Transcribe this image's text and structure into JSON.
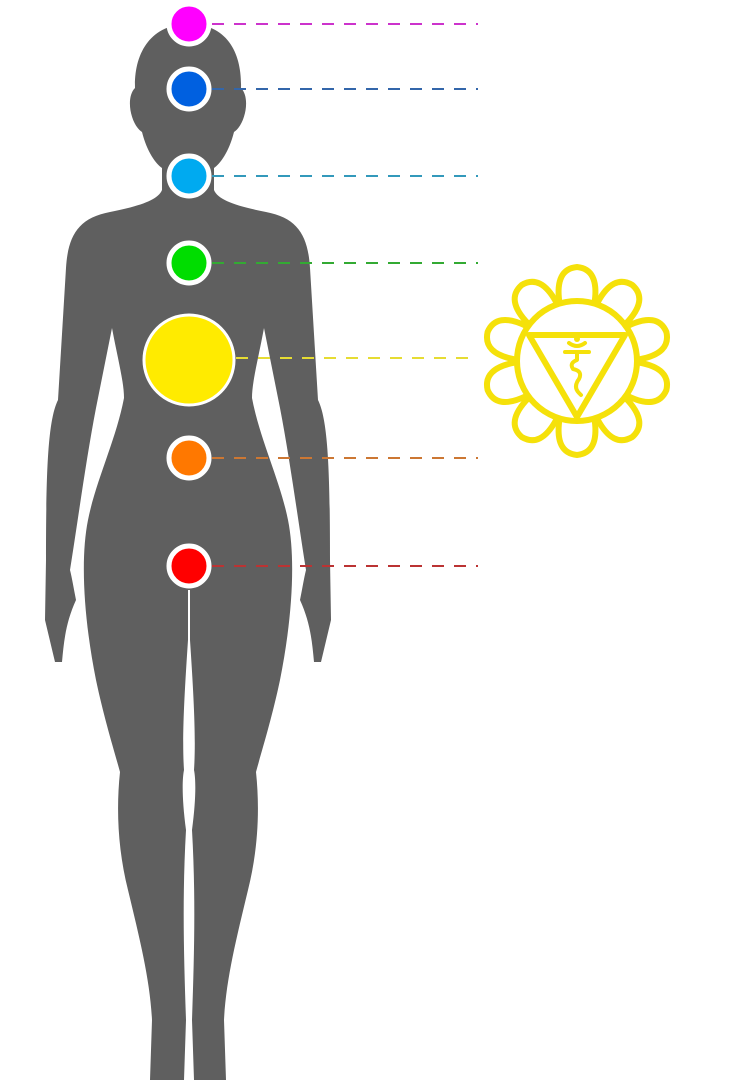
{
  "figure": {
    "silhouette_color": "#5f5f5f",
    "ring_color": "#ffffff",
    "line_style": "dashed"
  },
  "chakras": [
    {
      "name": "crown-chakra",
      "color": "#ff00ff",
      "line_color": "#cc33cc",
      "emphasized": false
    },
    {
      "name": "third-eye-chakra",
      "color": "#0060e0",
      "line_color": "#3366aa",
      "emphasized": false
    },
    {
      "name": "throat-chakra",
      "color": "#00aaf0",
      "line_color": "#3399bb",
      "emphasized": false
    },
    {
      "name": "heart-chakra",
      "color": "#00dd00",
      "line_color": "#33aa33",
      "emphasized": false
    },
    {
      "name": "solar-plexus-chakra",
      "color": "#ffeb00",
      "line_color": "#e6dc33",
      "emphasized": true
    },
    {
      "name": "sacral-chakra",
      "color": "#ff7800",
      "line_color": "#cc7733",
      "emphasized": false
    },
    {
      "name": "root-chakra",
      "color": "#ff0000",
      "line_color": "#bb3333",
      "emphasized": false
    }
  ],
  "symbol": {
    "represents": "solar-plexus-chakra",
    "color": "#f5e10a",
    "petal_count": 10
  }
}
